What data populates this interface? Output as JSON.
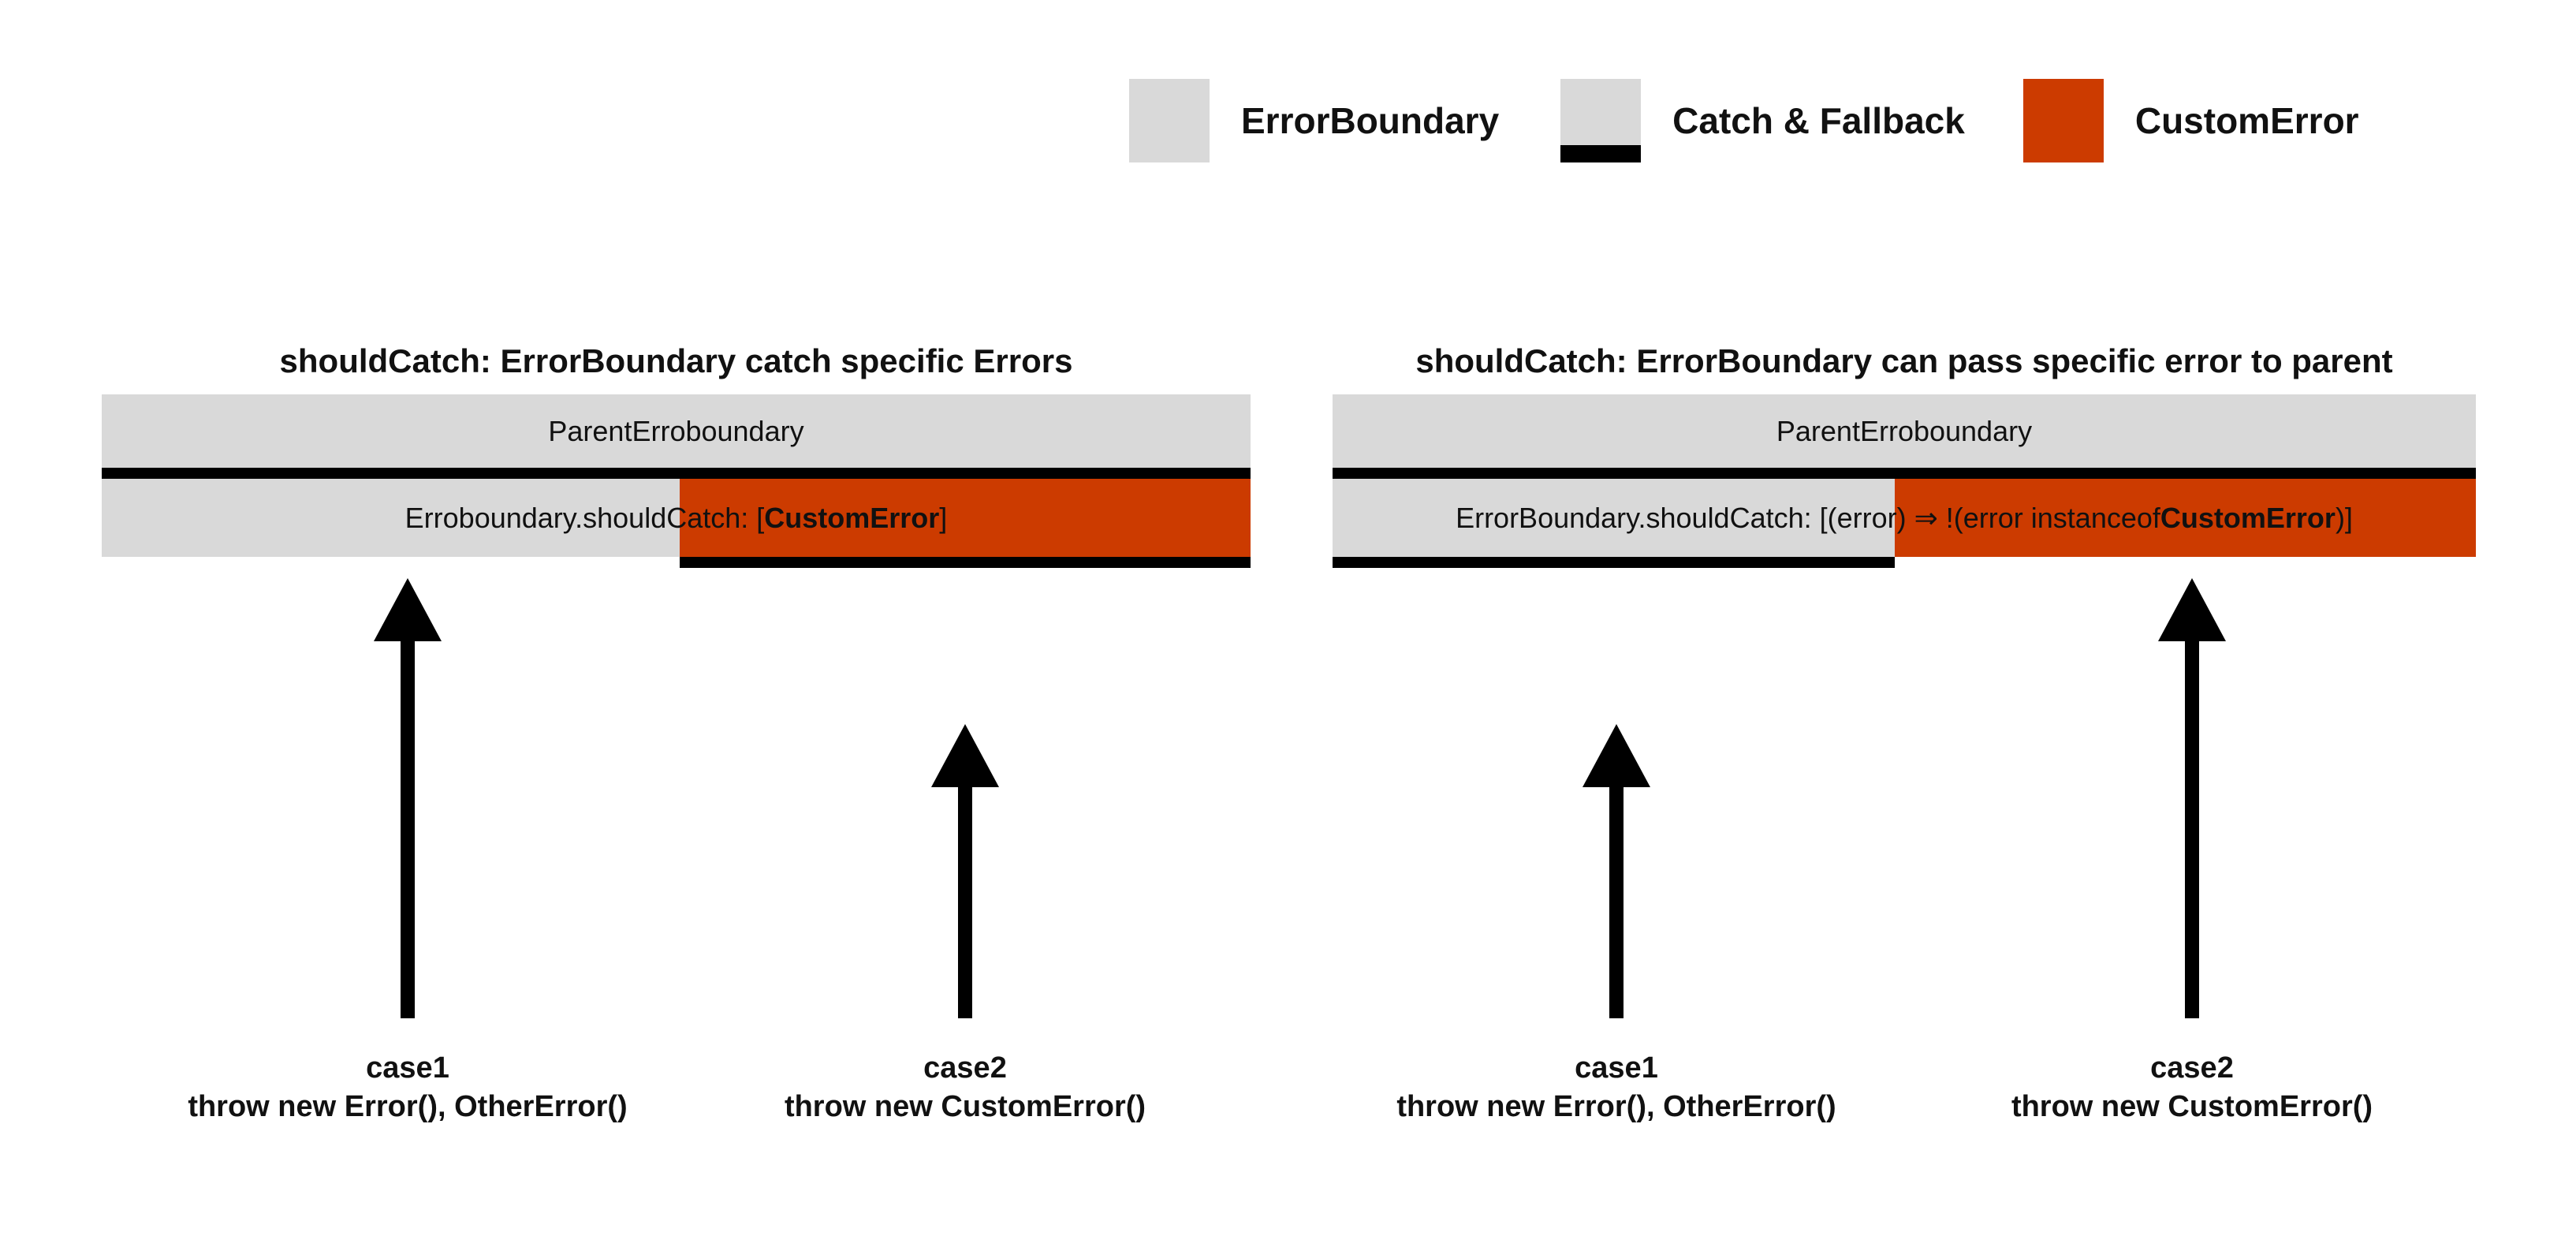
{
  "legend": {
    "items": [
      {
        "label": "ErrorBoundary",
        "swatch": "gray",
        "icon": "gray-square-swatch"
      },
      {
        "label": "Catch & Fallback",
        "swatch": "catch",
        "icon": "gray-square-with-black-bar-swatch"
      },
      {
        "label": "CustomError",
        "swatch": "orange",
        "icon": "orange-square-swatch"
      }
    ]
  },
  "colors": {
    "gray": "#d9d9d9",
    "orange": "#cc3b00",
    "black": "#000000",
    "background": "#ffffff"
  },
  "diagrams": [
    {
      "id": "left",
      "title": "shouldCatch: ErrorBoundary catch specific Errors",
      "parent_label": "ParentErroboundary",
      "child_text_prefix": "Erroboundary.shouldCatch: [",
      "child_text_bold": "CustomError",
      "child_text_suffix": "]",
      "child_text_full": "Erroboundary.shouldCatch: [CustomError]",
      "split_percent": 50,
      "bottom_bar_side": "right",
      "cases": [
        {
          "name": "case1",
          "code": "throw new Error(), OtherError()",
          "target": "parent-divider"
        },
        {
          "name": "case2",
          "code": "throw new CustomError()",
          "target": "bottom-bar"
        }
      ]
    },
    {
      "id": "right",
      "title": "shouldCatch: ErrorBoundary can pass specific error to parent",
      "parent_label": "ParentErroboundary",
      "child_text_prefix": "ErrorBoundary.shouldCatch: [(error) ⇒ !(error instanceof ",
      "child_text_bold": "CustomError",
      "child_text_suffix": ")]",
      "child_text_full": "ErrorBoundary.shouldCatch: [(error) ⇒ !(error instanceof CustomError)]",
      "split_percent": 49,
      "bottom_bar_side": "left",
      "cases": [
        {
          "name": "case1",
          "code": "throw new Error(), OtherError()",
          "target": "bottom-bar"
        },
        {
          "name": "case2",
          "code": "throw new CustomError()",
          "target": "parent-divider"
        }
      ]
    }
  ]
}
